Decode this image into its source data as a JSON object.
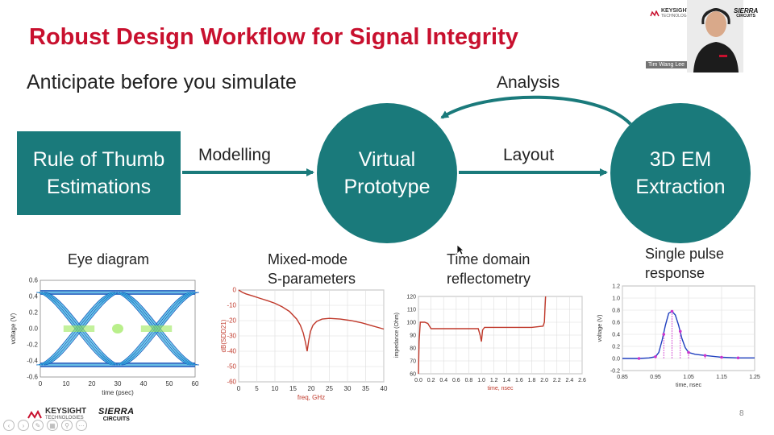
{
  "slide": {
    "title": "Robust Design Workflow for Signal Integrity",
    "subtitle": "Anticipate before you simulate",
    "page_number": "8"
  },
  "flow": {
    "box1": [
      "Rule of Thumb",
      "Estimations"
    ],
    "circle1": [
      "Virtual",
      "Prototype"
    ],
    "circle2": [
      "3D EM",
      "Extraction"
    ],
    "labels": {
      "modelling": "Modelling",
      "layout": "Layout",
      "analysis": "Analysis"
    },
    "color": "#1a7a7b"
  },
  "panels": {
    "eye": "Eye diagram",
    "sparam": [
      "Mixed-mode",
      "S-parameters"
    ],
    "tdr": [
      "Time domain",
      "reflectometry"
    ],
    "pulse": [
      "Single pulse",
      "response"
    ]
  },
  "chart_data": [
    {
      "type": "heatmap",
      "title": "Eye diagram",
      "xlabel": "time (psec)",
      "ylabel": "voltage (V)",
      "xlim": [
        0,
        60
      ],
      "ylim": [
        -0.6,
        0.6
      ],
      "xticks": [
        "0",
        "10",
        "20",
        "30",
        "40",
        "50",
        "60"
      ],
      "yticks": [
        "0.6",
        "0.4",
        "0.2",
        "0.0",
        "-0.2",
        "-0.4",
        "-0.6"
      ],
      "levels": [
        0.45,
        -0.45
      ],
      "crossings_ps": [
        0,
        30,
        60
      ],
      "colors": [
        "#1f5fbf",
        "#3ec9e8",
        "#9be85a"
      ]
    },
    {
      "type": "line",
      "xlabel": "freq, GHz",
      "ylabel": "dB(SDD21)",
      "xlim": [
        0,
        40
      ],
      "ylim": [
        -60,
        0
      ],
      "xticks": [
        "0",
        "5",
        "10",
        "15",
        "20",
        "25",
        "30",
        "35",
        "40"
      ],
      "yticks": [
        "0",
        "-10",
        "-20",
        "-30",
        "-40",
        "-50",
        "-60"
      ],
      "series": [
        {
          "color": "#c0392b",
          "x": [
            0,
            1,
            2,
            4,
            6,
            8,
            10,
            12,
            14,
            16,
            17,
            17.8,
            18.4,
            18.9,
            19.3,
            19.8,
            20.5,
            21.5,
            23,
            25,
            28,
            31,
            34,
            37,
            40
          ],
          "y": [
            0,
            -1.5,
            -2.5,
            -4,
            -5.5,
            -7,
            -8.7,
            -11,
            -14,
            -19,
            -23,
            -28,
            -34,
            -40,
            -33,
            -27,
            -23,
            -20.5,
            -19,
            -18.5,
            -19,
            -20,
            -21.5,
            -23.5,
            -25.5
          ]
        }
      ]
    },
    {
      "type": "line",
      "xlabel": "time, nsec",
      "ylabel": "impedance (Ohm)",
      "xlim": [
        0,
        2.6
      ],
      "ylim": [
        60,
        120
      ],
      "xticks": [
        "0.0",
        "0.2",
        "0.4",
        "0.6",
        "0.8",
        "1.0",
        "1.2",
        "1.4",
        "1.6",
        "1.8",
        "2.0",
        "2.2",
        "2.4",
        "2.6"
      ],
      "yticks": [
        "120",
        "110",
        "100",
        "90",
        "80",
        "70",
        "60"
      ],
      "series": [
        {
          "color": "#c0392b",
          "x": [
            0,
            0.01,
            0.03,
            0.05,
            0.1,
            0.15,
            0.2,
            0.3,
            0.5,
            0.8,
            0.95,
            0.98,
            1.0,
            1.02,
            1.05,
            1.2,
            1.5,
            1.8,
            1.98,
            2.0,
            2.01,
            2.02
          ],
          "y": [
            60,
            85,
            100,
            100,
            100,
            99,
            95,
            95,
            95,
            95,
            95,
            90,
            85,
            94,
            96,
            96,
            96,
            96,
            97,
            100,
            110,
            120
          ]
        }
      ]
    },
    {
      "type": "scatter",
      "xlabel": "time, nsec",
      "ylabel": "voltage (V)",
      "xlim": [
        0.85,
        1.25
      ],
      "ylim": [
        -0.2,
        1.2
      ],
      "xticks": [
        "0.85",
        "0.95",
        "1.05",
        "1.15",
        "1.25"
      ],
      "yticks": [
        "1.2",
        "1.0",
        "0.8",
        "0.6",
        "0.4",
        "0.2",
        "0.0",
        "-0.2"
      ],
      "series": [
        {
          "color": "#1f3fbf",
          "x": [
            0.85,
            0.9,
            0.93,
            0.95,
            0.96,
            0.97,
            0.98,
            0.99,
            1.0,
            1.01,
            1.02,
            1.03,
            1.04,
            1.05,
            1.07,
            1.1,
            1.15,
            1.2,
            1.25
          ],
          "y": [
            0,
            0,
            0.01,
            0.03,
            0.1,
            0.3,
            0.55,
            0.75,
            0.78,
            0.72,
            0.55,
            0.33,
            0.18,
            0.1,
            0.07,
            0.05,
            0.02,
            0.01,
            0.01
          ]
        }
      ],
      "markers": {
        "color": "#cc33cc",
        "x": [
          0.9,
          0.95,
          0.975,
          1.0,
          1.025,
          1.05,
          1.1,
          1.15,
          1.2
        ],
        "y": [
          0,
          0.03,
          0.4,
          0.78,
          0.45,
          0.1,
          0.05,
          0.02,
          0.01
        ]
      }
    }
  ],
  "logos": {
    "keysight": "KEYSIGHT",
    "keysight_sub": "TECHNOLOGIES",
    "sierra": "SIERRA",
    "sierra_sub": "CIRCUITS"
  },
  "webcam": {
    "name": "Tim Wang Lee"
  }
}
